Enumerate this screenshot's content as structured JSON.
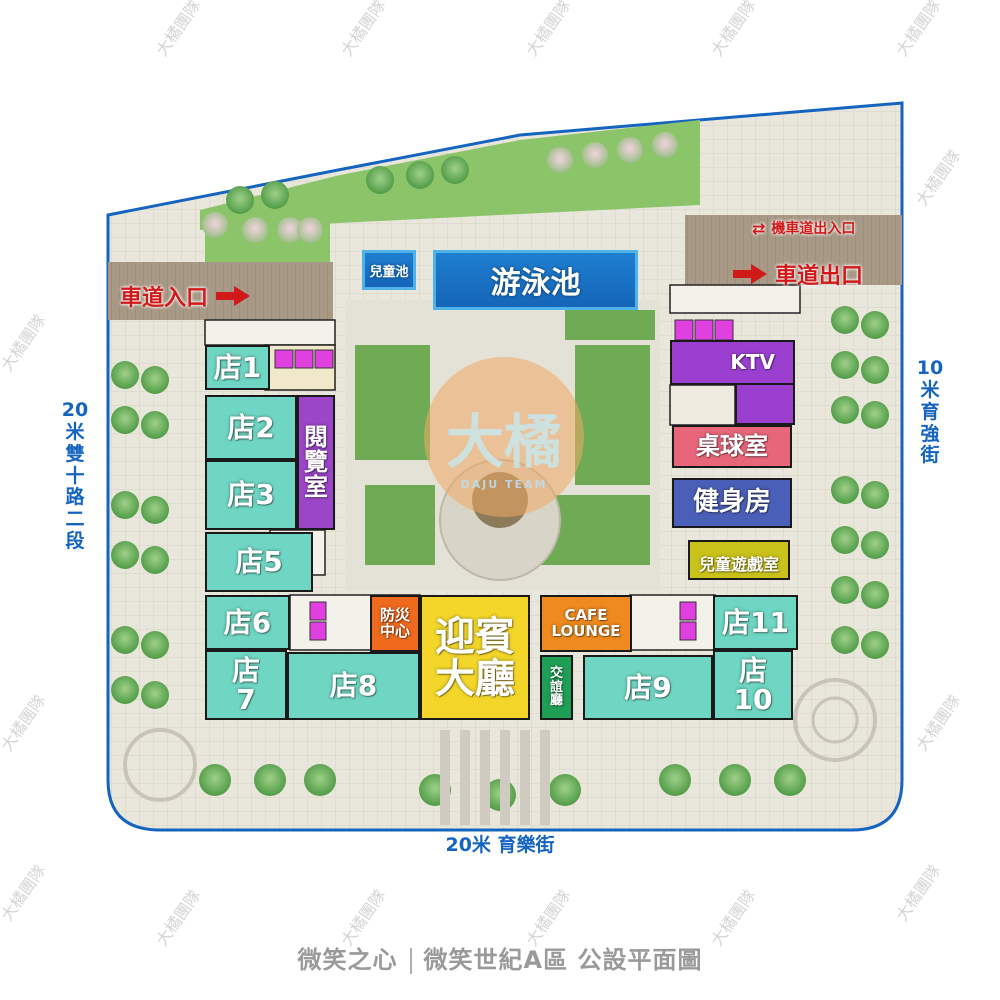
{
  "plan": {
    "title_left": "微笑之心",
    "title_right": "微笑世紀A區 公設平面圖",
    "watermark": "大橘團隊",
    "logo_text": "DAJU TEAM",
    "logo_mark": "大橘"
  },
  "roads": {
    "west": {
      "width": "20",
      "unit": "米",
      "name": [
        "雙",
        "十",
        "路",
        "二",
        "段"
      ]
    },
    "east": {
      "width": "10",
      "unit": "米",
      "name": [
        "育",
        "強",
        "街"
      ]
    },
    "south": {
      "label": "20米 育樂街"
    }
  },
  "driveways": {
    "entrance": "車道入口",
    "exit": "車道出口",
    "scooter": "機車道出入口"
  },
  "amenities": {
    "kids_pool": "兒童池",
    "pool": "游泳池",
    "ktv": "KTV",
    "billiards": "桌球室",
    "gym": "健身房",
    "kids_playroom": "兒童遊戲室",
    "reading_room": [
      "閱",
      "覽",
      "室"
    ],
    "disaster_center": [
      "防災",
      "中心"
    ],
    "lobby": [
      "迎賓",
      "大廳"
    ],
    "cafe": [
      "CAFE",
      "LOUNGE"
    ],
    "social_hall": [
      "交",
      "誼",
      "廳"
    ]
  },
  "shops": {
    "s1": "店1",
    "s2": "店2",
    "s3": "店3",
    "s5": "店5",
    "s6": "店6",
    "s7": [
      "店",
      "7"
    ],
    "s8": "店8",
    "s9": "店9",
    "s10": [
      "店",
      "10"
    ],
    "s11": "店11"
  },
  "colors": {
    "shop": "#6fd6c3",
    "boundary": "#1565c0",
    "driveway_text": "#d01919",
    "ktv": "#9b3fd1",
    "billiards": "#e8667a",
    "gym": "#4a5fb8",
    "kids_playroom": "#c9c21a",
    "reading_room": "#9b45c8",
    "disaster_center": "#ef6a1d",
    "lobby": "#f3d629",
    "cafe": "#ee8a1e",
    "social_hall": "#1f9e55",
    "elevator": "#e040e0",
    "pool": "#1a72c4"
  }
}
